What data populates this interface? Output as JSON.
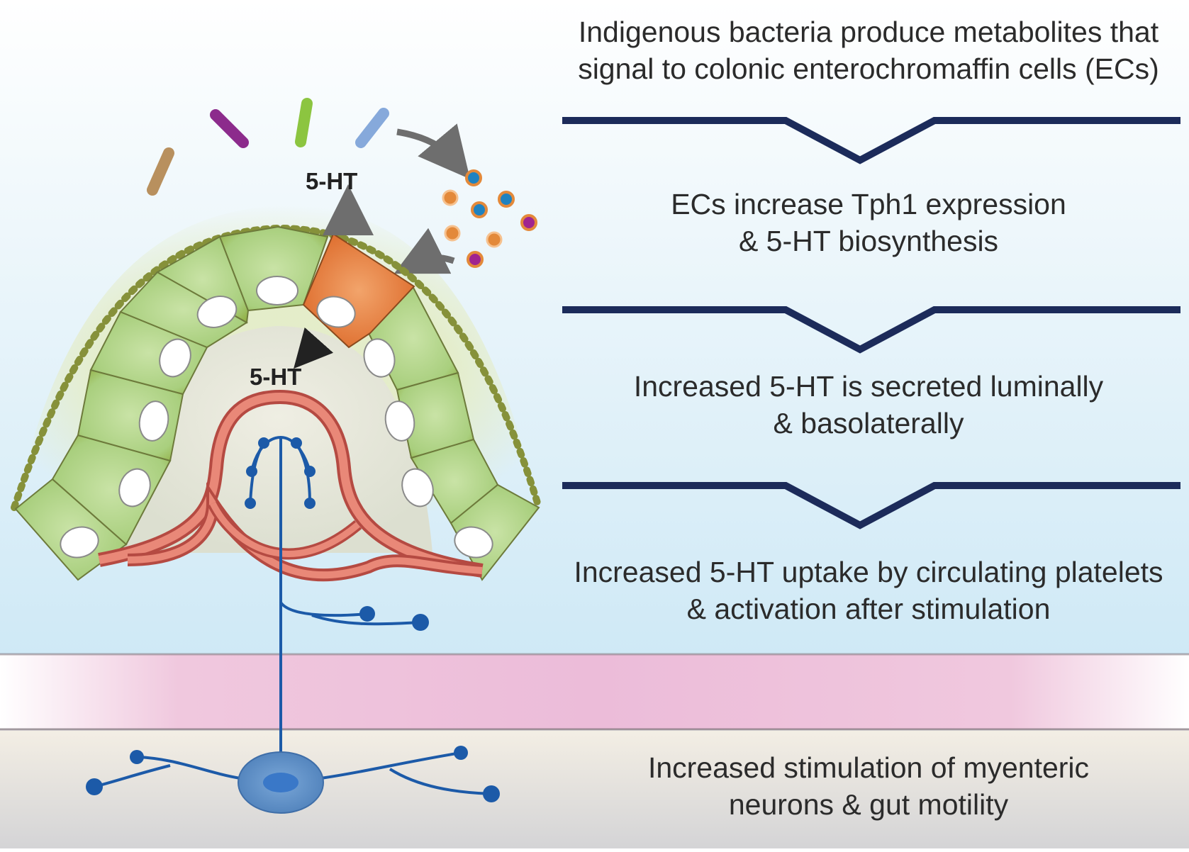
{
  "labels": {
    "serotonin_luminal": "5-HT",
    "serotonin_basolateral": "5-HT"
  },
  "steps": [
    {
      "line1": "Indigenous bacteria produce metabolites that",
      "line2": "signal to colonic enterochromaffin cells (ECs)"
    },
    {
      "line1": "ECs increase Tph1 expression",
      "line2": "& 5-HT biosynthesis"
    },
    {
      "line1": "Increased 5-HT is secreted luminally",
      "line2": "& basolaterally"
    },
    {
      "line1": "Increased 5-HT uptake by circulating platelets",
      "line2": "& activation after stimulation"
    },
    {
      "line1": "Increased stimulation of myenteric",
      "line2": "neurons & gut motility"
    }
  ],
  "colors": {
    "chevron": "#1c2b5a",
    "epithelium": "#a9cf7e",
    "ec_cell": "#e57b3a",
    "blood_vessel": "#d9635a",
    "neuron": "#1c5aa8",
    "muscle_band": "#e8a6cc"
  }
}
